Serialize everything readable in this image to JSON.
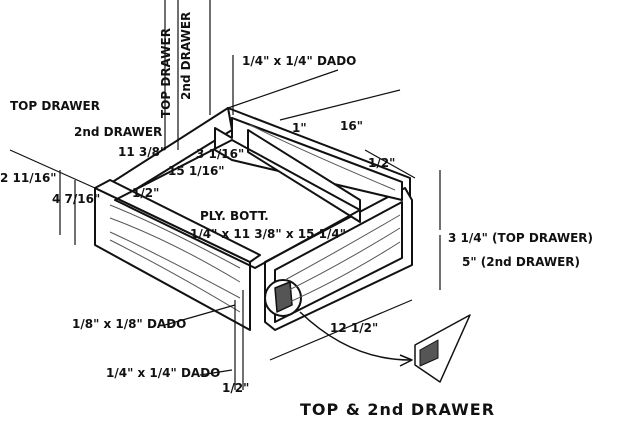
{
  "title": "TOP & 2nd DRAWER",
  "labels": {
    "top_drawer_left": "TOP DRAWER",
    "second_drawer_left": "2nd DRAWER",
    "top_drawer_vertical": "TOP DRAWER",
    "second_drawer_vertical": "2nd DRAWER",
    "dado_top": "1/4\" x 1/4\" DADO",
    "dim_1": "1\"",
    "dim_16": "16\"",
    "dim_half_right": "1/2\"",
    "dim_11_3_8": "11 3/8\"",
    "dim_15_1_16": "15 1/16\"",
    "dim_3_1_16": "3 1/16\"",
    "dim_half_inner": "1/2\"",
    "dim_2_11_16": "2 11/16\"",
    "dim_4_7_16": "4 7/16\"",
    "ply_bott": "PLY. BOTT.",
    "ply_dims": "1/4\" x 11 3/8\" x 15 1/4\"",
    "height_top": "3 1/4\" (TOP DRAWER)",
    "height_second": "5\" (2nd DRAWER)",
    "dado_lower": "1/8\" x 1/8\" DADO",
    "dado_bottom": "1/4\" x 1/4\" DADO",
    "dim_half_bottom": "1/2\"",
    "dim_12_1_2": "12 1/2\""
  },
  "colors": {
    "ink": "#111111",
    "paper": "#ffffff",
    "wood": "#555555"
  }
}
